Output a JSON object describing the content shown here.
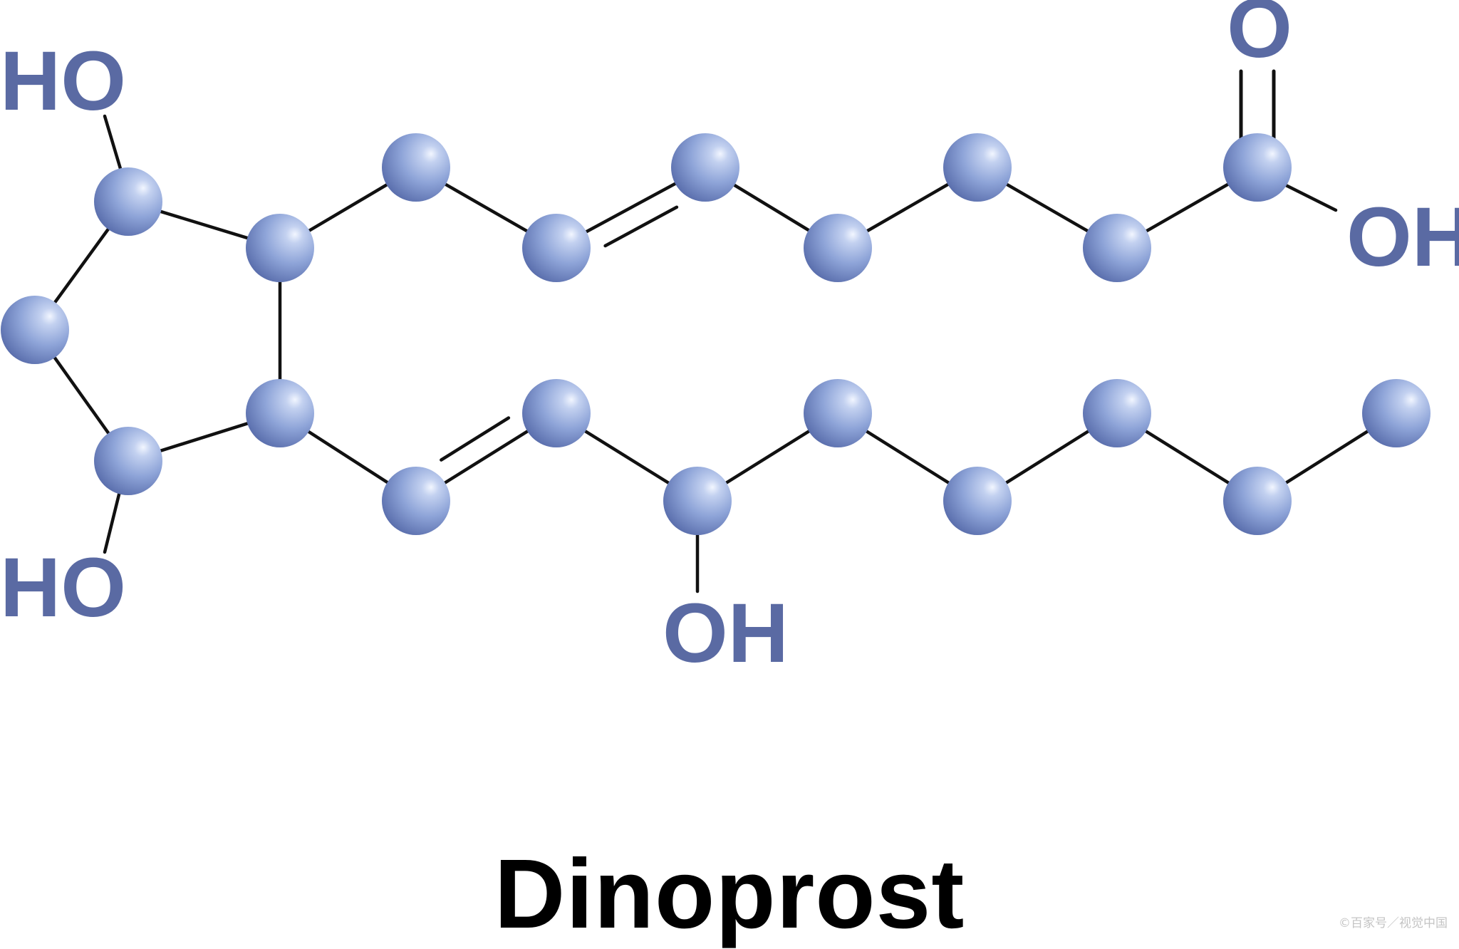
{
  "colors": {
    "bond": "#111111",
    "atom_light": "#e8eefb",
    "atom_mid": "#8ea4d8",
    "atom_dark": "#5568a8",
    "label": "#5a6aa3"
  },
  "labels": {
    "ho_top": "HO",
    "ho_bottom": "HO",
    "o_carbonyl": "O",
    "oh_carboxyl": "OH",
    "oh_chain": "OH"
  },
  "title": "Dinoprost",
  "watermark": "©百家号／视觉中国"
}
